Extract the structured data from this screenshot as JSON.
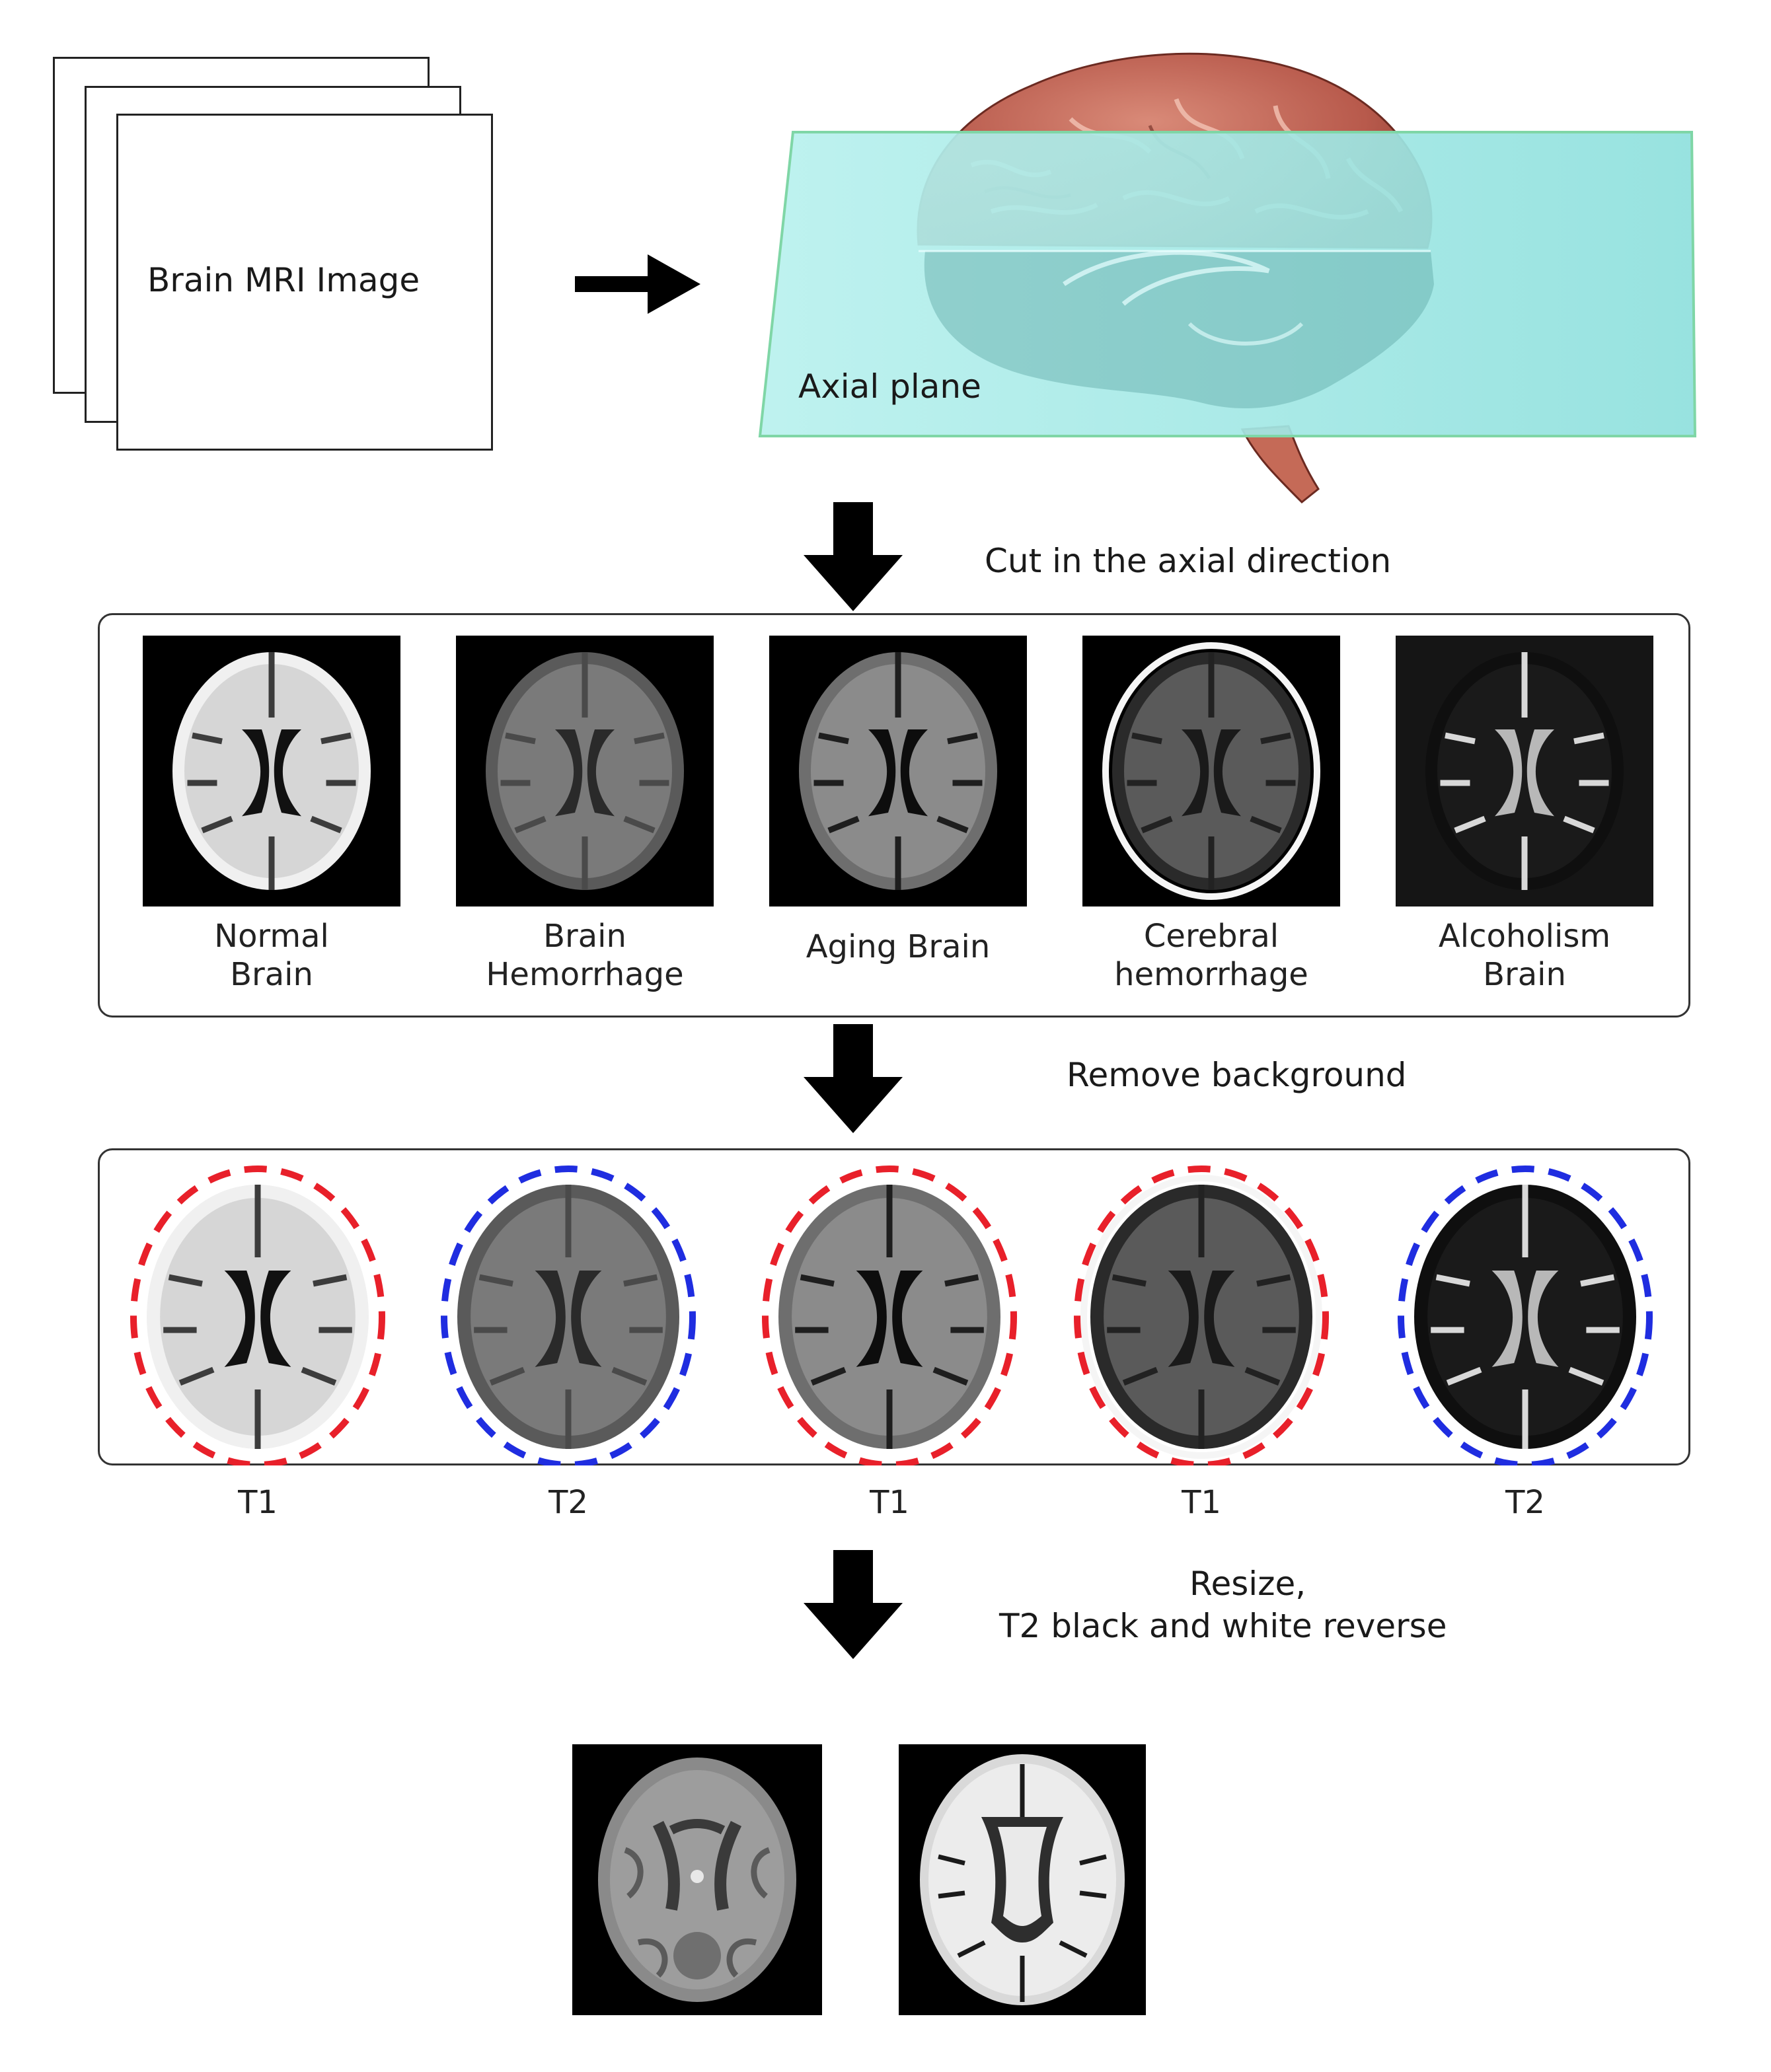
{
  "input": {
    "label": "Brain MRI Image"
  },
  "plane": {
    "label": "Axial plane"
  },
  "steps": [
    {
      "label": "Cut in the axial direction"
    },
    {
      "label": "Remove background"
    },
    {
      "label_line1": "Resize,",
      "label_line2": "T2 black and white reverse"
    }
  ],
  "categories": [
    {
      "line1": "Normal",
      "line2": "Brain"
    },
    {
      "line1": "Brain",
      "line2": "Hemorrhage"
    },
    {
      "line1": "Aging Brain",
      "line2": ""
    },
    {
      "line1": "Cerebral",
      "line2": "hemorrhage"
    },
    {
      "line1": "Alcoholism",
      "line2": "Brain"
    }
  ],
  "sequences": [
    "T1",
    "T2",
    "T1",
    "T1",
    "T2"
  ],
  "colors": {
    "t1_outline": "#e8202a",
    "t2_outline": "#1f2de0",
    "plane_fill": "#a8ecea",
    "plane_edge": "#7fd6a6",
    "brain": "#b85a4c"
  },
  "icons": [
    "arrow-right-icon",
    "arrow-down-icon",
    "brain-3d-icon"
  ]
}
